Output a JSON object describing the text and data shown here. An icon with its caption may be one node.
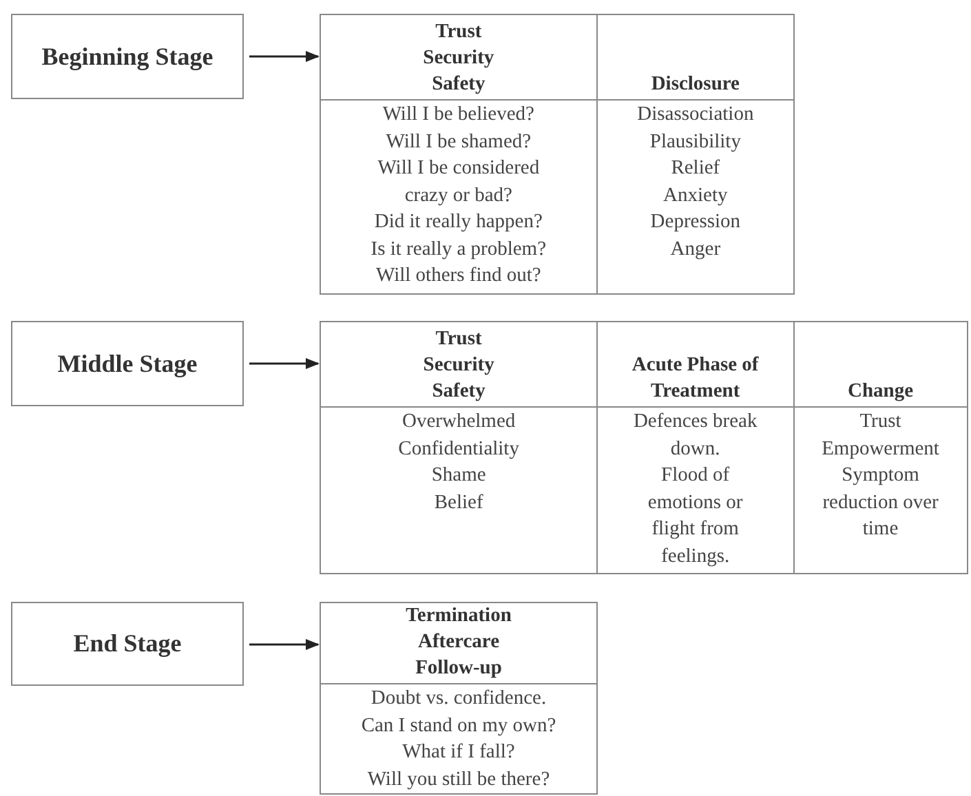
{
  "diagram": {
    "nodes": [
      {
        "text": [
          "Beginning Stage"
        ]
      },
      {
        "text": [],
        "shape": "box"
      },
      {
        "text": [
          "Trust Security Safety",
          "Will I be believed?",
          "Will I be shamed?",
          "Will I be considered crazy or bad?",
          "Did it really happen?",
          "Is it really a problem?",
          "Will others find out?"
        ],
        "in": 1
      },
      {
        "text": [
          "Disclosure",
          "Disassociation",
          "Plausibility",
          "Relief",
          "Anxiety",
          "Depression",
          "Anger"
        ],
        "in": 1
      },
      {
        "text": [
          "Middle Stage"
        ]
      },
      {
        "text": [],
        "shape": "box"
      },
      {
        "text": [
          "Trust Security Safety",
          "Overwhelmed",
          "Confidentiality",
          "Shame",
          "Belief"
        ],
        "in": 5
      },
      {
        "text": [
          "Acute Phase of Treatment",
          "Defences break down.",
          "Flood of emotions or flight from feelings."
        ],
        "in": 5
      },
      {
        "text": [
          "Change",
          "Trust",
          "Empowerment",
          "Symptom reduction over time"
        ],
        "in": 5
      },
      {
        "text": [
          "End Stage"
        ]
      },
      {
        "text": [],
        "shape": "box"
      },
      {
        "text": [
          "Termination Aftercare Follow-up",
          "Doubt vs. confidence.",
          "Can I stand on my own?",
          "What if I fall?",
          "Will you still be there?"
        ],
        "in": 10
      }
    ],
    "edges": [
      {
        "from": 0,
        "to": 1,
        "arrow": "to"
      },
      {
        "from": 4,
        "to": 5,
        "arrow": "to"
      },
      {
        "from": 9,
        "to": 10,
        "arrow": "to"
      }
    ]
  }
}
